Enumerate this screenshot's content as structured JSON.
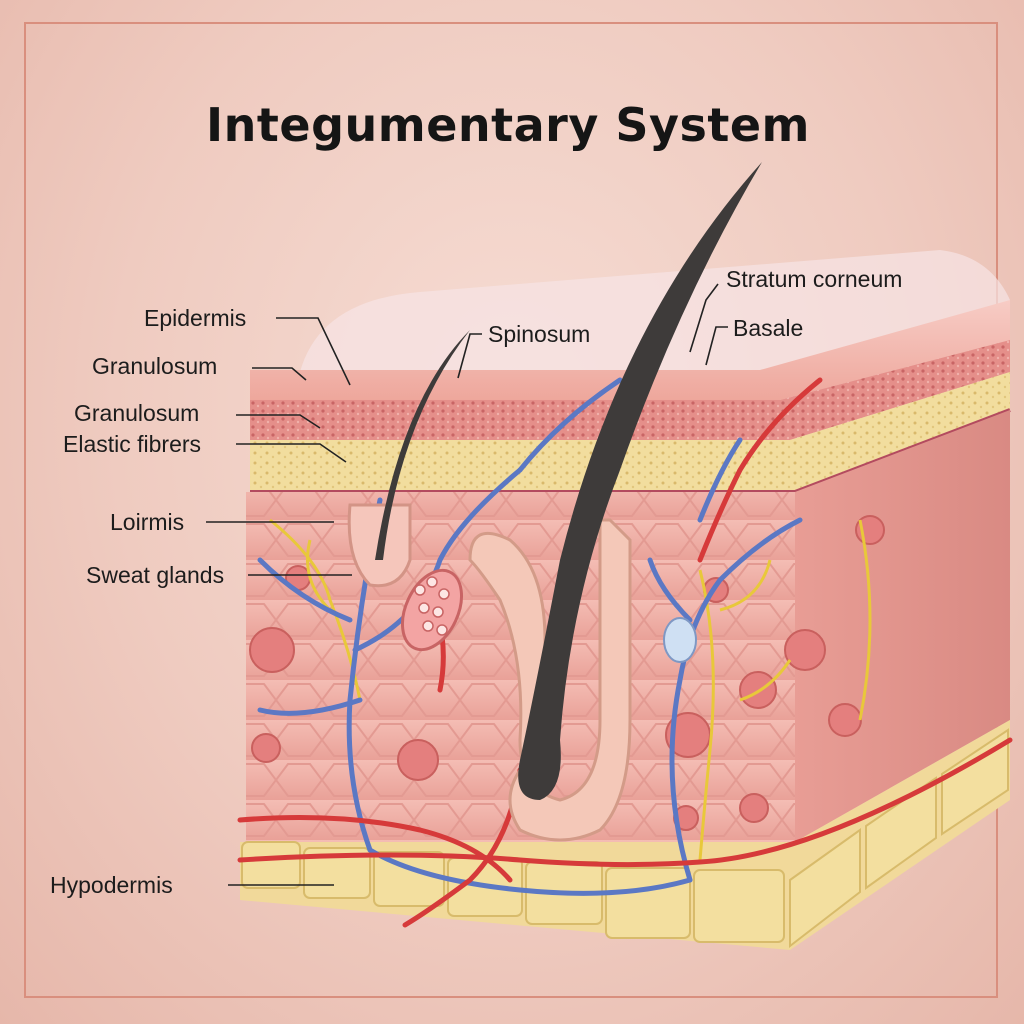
{
  "title": "Integumentary System",
  "labels": {
    "epidermis": "Epidermis",
    "granulosum_1": "Granulosum",
    "granulosum_2": "Granulosum",
    "elastic_fibrers": "Elastic fibrers",
    "loirmis": "Loirmis",
    "sweat_glands": "Sweat glands",
    "hypodermis": "Hypodermis",
    "spinosum": "Spinosum",
    "stratum_corneum": "Stratum corneum",
    "basale": "Basale"
  },
  "colors": {
    "frame": "#d98f7e",
    "skin_top": "#f2b8ae",
    "dermis": "#f0b2aa",
    "fat": "#f1dc9a",
    "vein": "#5b78c4",
    "artery": "#d63a3a",
    "nerve": "#e8c83a",
    "hair": "#3e3b3a"
  }
}
